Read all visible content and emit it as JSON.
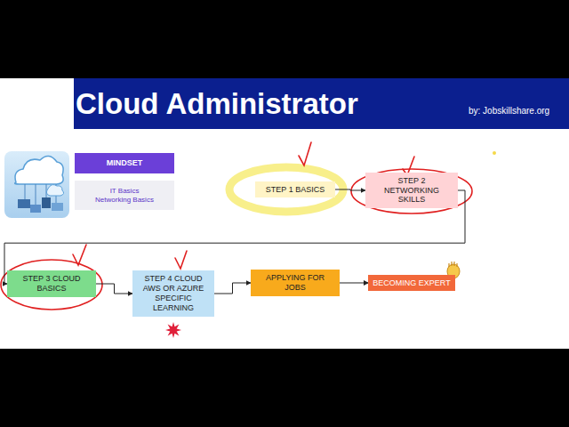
{
  "diagram": {
    "title": "Cloud Administrator",
    "nodes": [
      {
        "text": [
          "MINDSET"
        ]
      },
      {
        "text": [
          "IT Basics",
          "Networking Basics"
        ]
      },
      {
        "text": [
          "STEP 1 BASICS"
        ]
      },
      {
        "text": [
          "STEP 2 NETWORKING SKILLS"
        ]
      },
      {
        "text": [
          "STEP 3 CLOUD BASICS"
        ]
      },
      {
        "text": [
          "STEP 4 CLOUD AWS OR AZURE SPECIFIC LEARNING"
        ]
      },
      {
        "text": [
          "APPLYING FOR JOBS"
        ]
      },
      {
        "text": [
          "BECOMING EXPERT"
        ]
      }
    ],
    "edges": [
      {
        "from": 2,
        "to": 3,
        "arrow": "to"
      },
      {
        "from": 3,
        "to": 4,
        "arrow": "to"
      },
      {
        "from": 4,
        "to": 5,
        "arrow": "to"
      },
      {
        "from": 5,
        "to": 6,
        "arrow": "to"
      },
      {
        "from": 6,
        "to": 7,
        "arrow": "to"
      }
    ],
    "labels": [
      "by: Jobskillshare.org"
    ]
  }
}
